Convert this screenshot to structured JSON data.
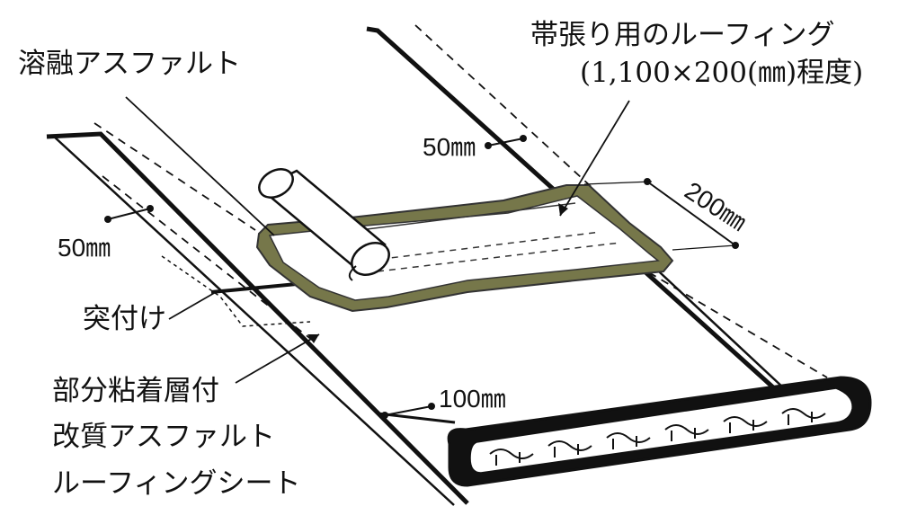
{
  "labels": {
    "molten_asphalt": "溶融アスファルト",
    "strip_roofing_line1": "帯張り用のルーフィング",
    "strip_roofing_line2": "(1,100×200(㎜)程度)",
    "butt_joint": "突付け",
    "sheet_line1": "部分粘着層付",
    "sheet_line2": "改質アスファルト",
    "sheet_line3": "ルーフィングシート"
  },
  "dimensions": {
    "left_overlap": "50㎜",
    "right_overlap": "50㎜",
    "strip_width": "200㎜",
    "edge_margin": "100㎜"
  },
  "colors": {
    "line": "#111111",
    "asphalt": "#76774a",
    "sheet": "#ffffff",
    "background": "#ffffff"
  }
}
